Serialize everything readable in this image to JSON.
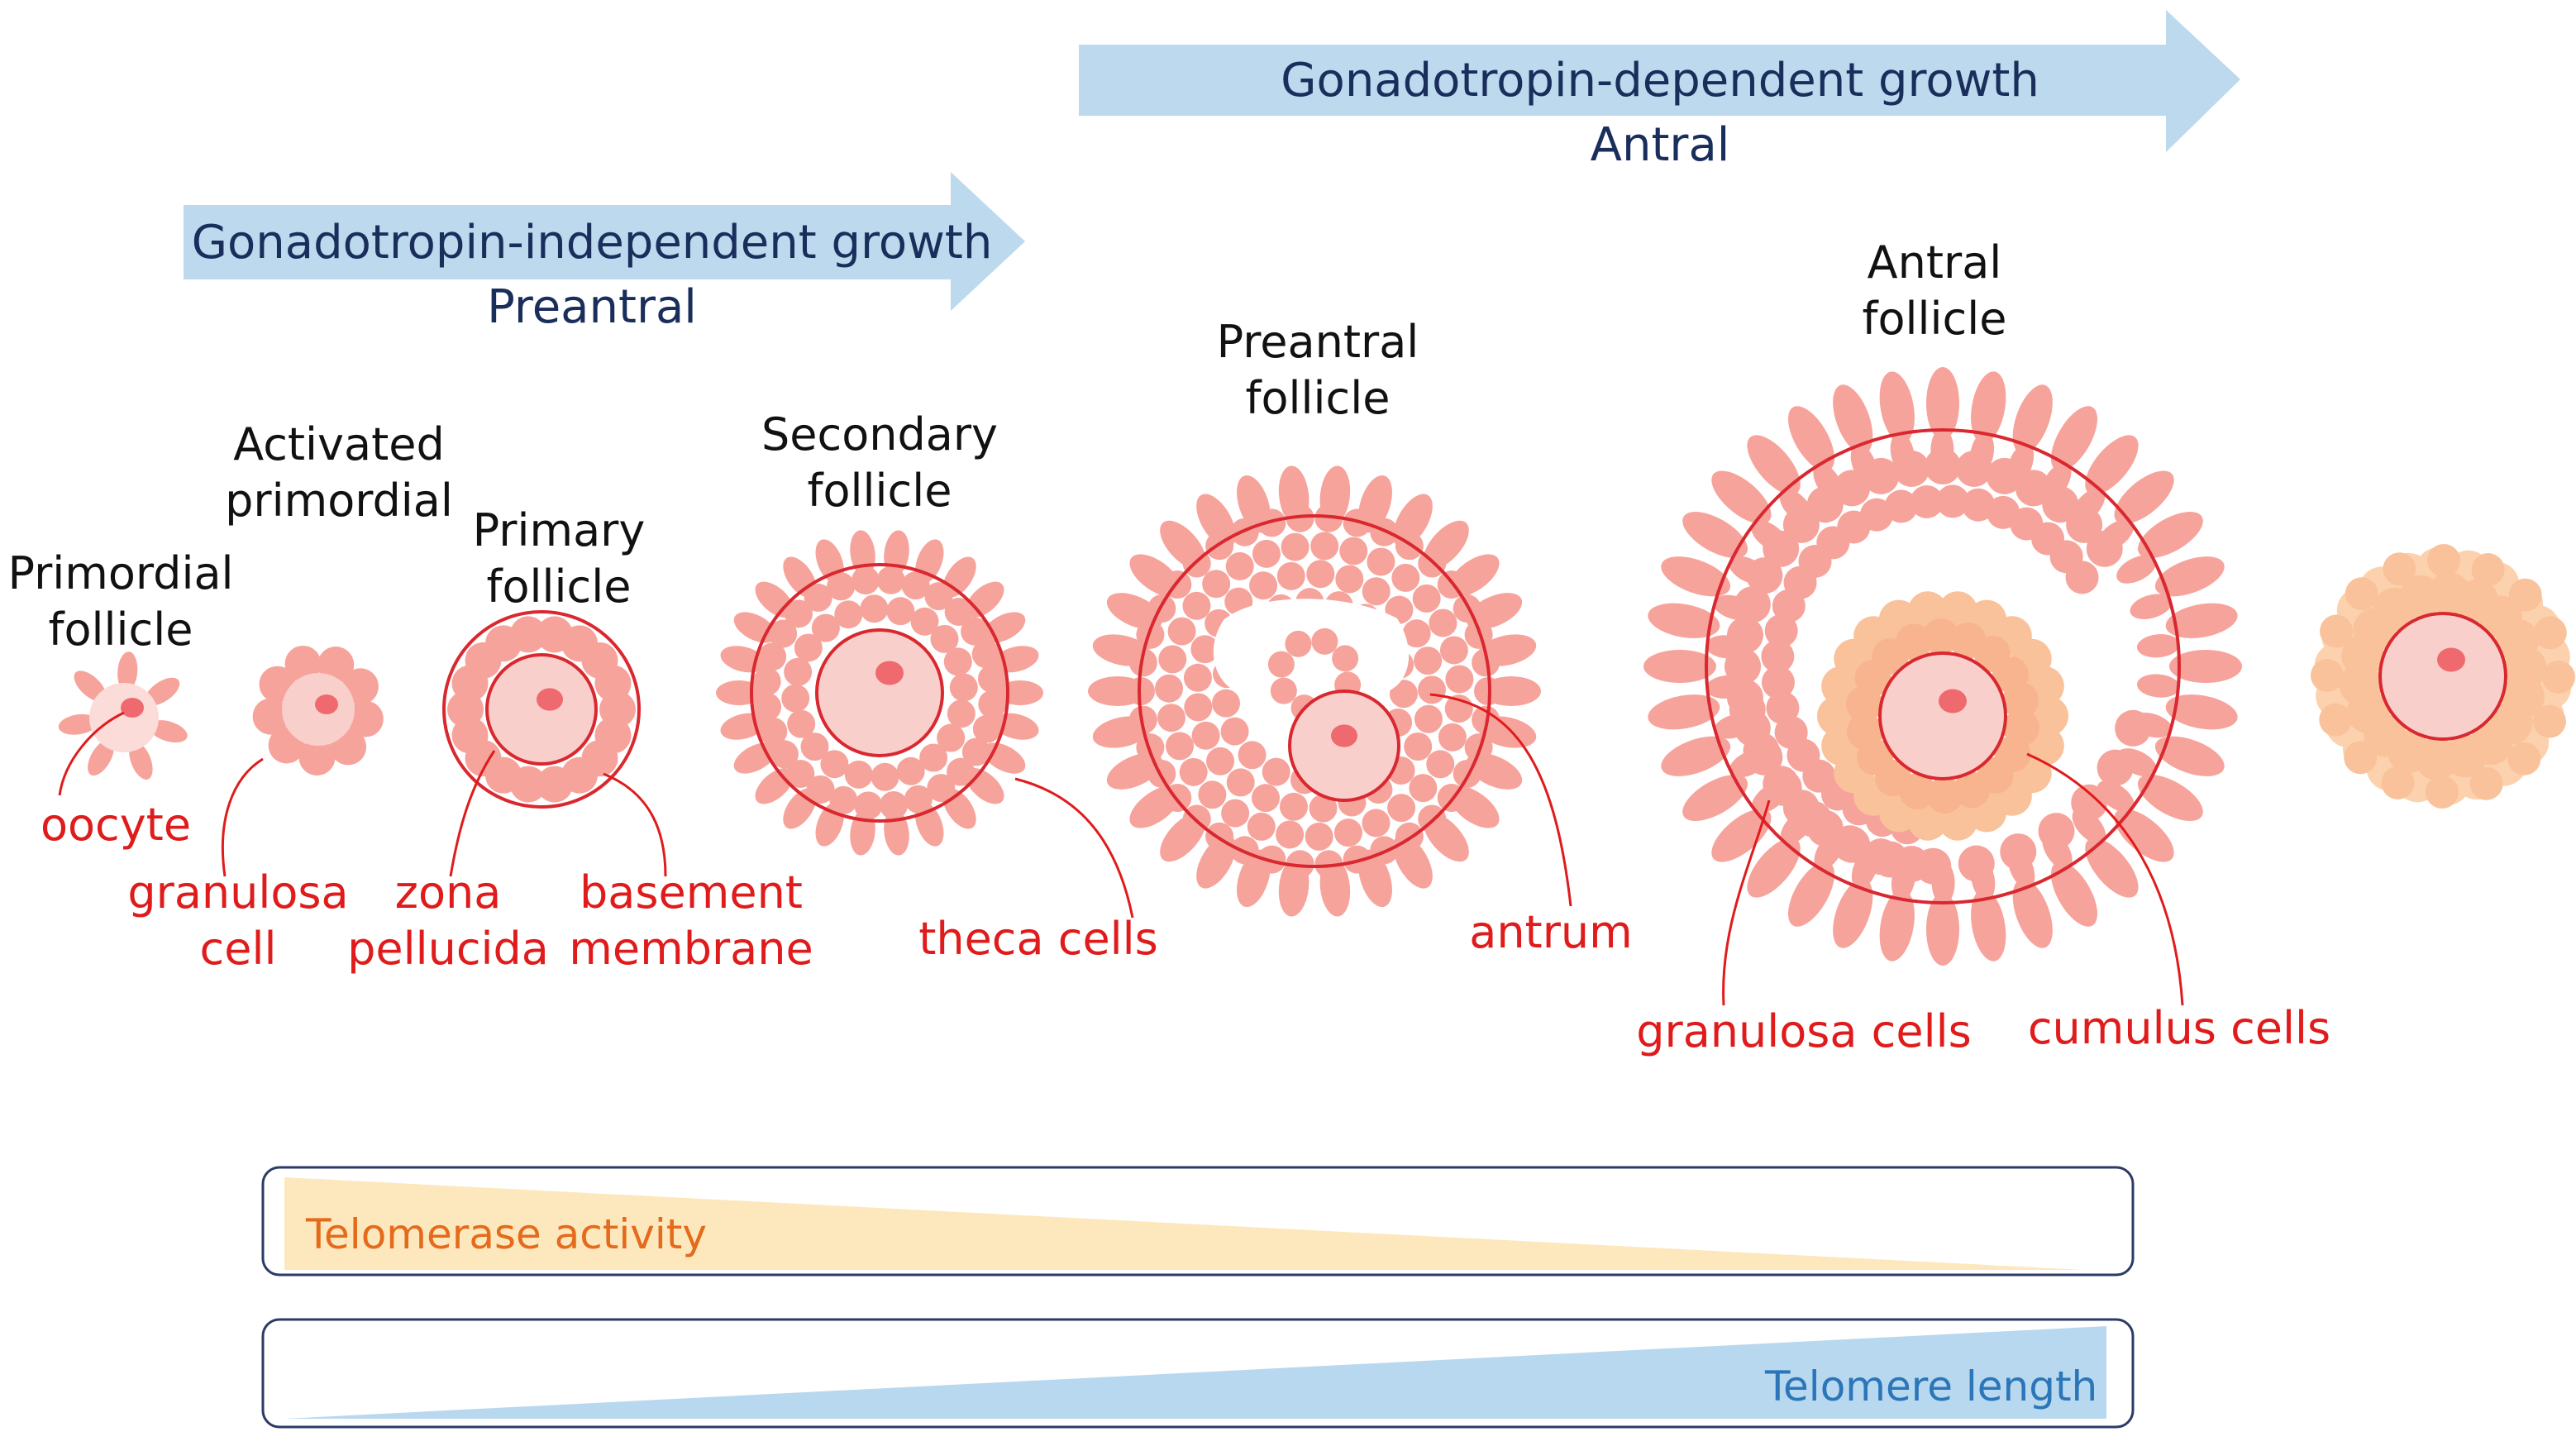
{
  "arrows": {
    "independent": {
      "title": "Gonadotropin-independent growth",
      "subtitle": "Preantral"
    },
    "dependent": {
      "title": "Gonadotropin-dependent growth",
      "subtitle": "Antral"
    }
  },
  "stages": {
    "primordial": [
      "Primordial",
      "follicle"
    ],
    "activated": [
      "Activated",
      "primordial"
    ],
    "primary": [
      "Primary",
      "follicle"
    ],
    "secondary": [
      "Secondary",
      "follicle"
    ],
    "preantral": [
      "Preantral",
      "follicle"
    ],
    "antral": [
      "Antral",
      "follicle"
    ]
  },
  "labels": {
    "oocyte": "oocyte",
    "granulosa_cell": [
      "granulosa",
      "cell"
    ],
    "zona_pellucida": [
      "zona",
      "pellucida"
    ],
    "basement_membrane": [
      "basement",
      "membrane"
    ],
    "theca_cells": "theca cells",
    "antrum": "antrum",
    "granulosa_cells": "granulosa cells",
    "cumulus_cells": "cumulus cells"
  },
  "bars": {
    "telomerase": "Telomerase activity",
    "telomere": "Telomere length"
  },
  "colors": {
    "arrow_fill": "#bcd9ee",
    "arrow_text": "#1a2e5c",
    "cell": "#f6a39c",
    "oocyte": "#f9cfcb",
    "nucleus": "#ef6a6f",
    "outline": "#d9282f",
    "label_red": "#e01b1b",
    "cumulus": "#f9c29a",
    "telomerase_fill": "#fde8bd",
    "telomerase_text": "#e46a1c",
    "telomere_fill": "#b8d8ef",
    "telomere_text": "#2b76b8"
  }
}
